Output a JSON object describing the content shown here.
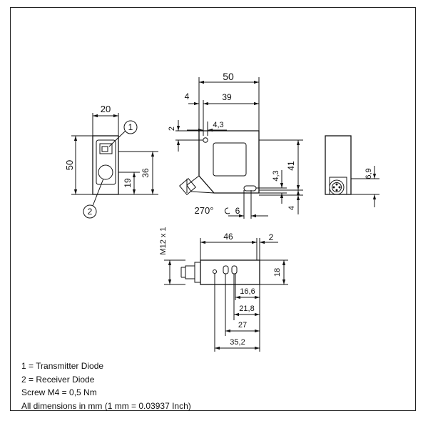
{
  "dimensions": {
    "front_width": "20",
    "front_height": "50",
    "front_h36": "36",
    "front_h19": "19",
    "side_width": "50",
    "side_w39": "39",
    "side_w4": "4",
    "side_w4_3": "4,3",
    "side_h2": "2",
    "side_h41": "41",
    "side_h4_3": "4,3",
    "side_h4": "4",
    "side_w6": "6",
    "rotation": "270°",
    "back_h6_9": "6,9",
    "bottom_w46": "46",
    "bottom_w2": "2",
    "bottom_thread": "M12 x 1",
    "bottom_h18": "18",
    "bottom_w16_6": "16,6",
    "bottom_w21_8": "21,8",
    "bottom_w27": "27",
    "bottom_w35_2": "35,2"
  },
  "callouts": {
    "one": "1",
    "two": "2"
  },
  "legend": {
    "line1": "1 = Transmitter Diode",
    "line2": "2 = Receiver Diode",
    "line3": "Screw M4 = 0,5 Nm",
    "line4": "All dimensions in mm (1 mm = 0.03937 Inch)"
  }
}
